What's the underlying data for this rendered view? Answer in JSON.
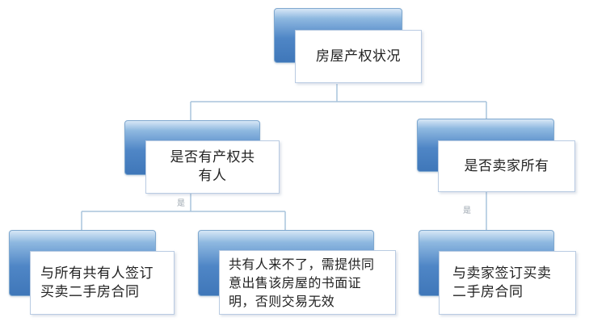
{
  "nodes": {
    "root": {
      "label": "房屋产权状况"
    },
    "co_owner_question": {
      "label": "是否有产权共有人"
    },
    "seller_question": {
      "label": "是否卖家所有"
    },
    "sign_with_all": {
      "label": "与所有共有人签订买卖二手房合同"
    },
    "absent_proof": {
      "label": "共有人来不了，需提供同意出售该房屋的书面证明，否则交易无效"
    },
    "sign_with_seller": {
      "label": "与卖家签订买卖二手房合同"
    }
  },
  "edge_labels": {
    "co_owner_yes": "是",
    "seller_yes": "是"
  },
  "colors": {
    "accent_blue": "#4f86c6",
    "connector": "#a9c4dc"
  }
}
